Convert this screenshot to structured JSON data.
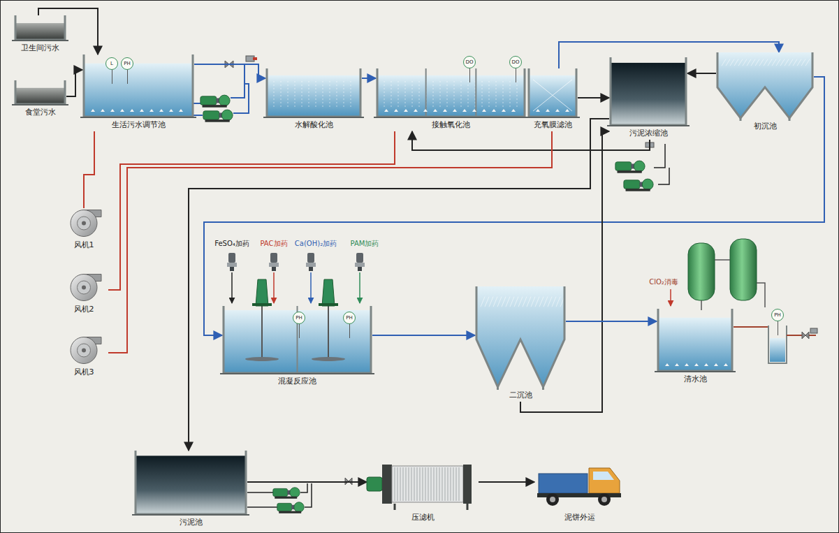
{
  "diagram": {
    "nodes": [
      {
        "text": [
          "卫生间污水"
        ]
      },
      {
        "text": [
          "食堂污水"
        ]
      },
      {
        "text": [
          "生活污水调节池"
        ]
      },
      {
        "text": [
          "水解酸化池"
        ]
      },
      {
        "text": [
          "接触氧化池"
        ]
      },
      {
        "text": [
          "充氧膜滤池"
        ]
      },
      {
        "text": [
          "污泥浓缩池"
        ]
      },
      {
        "text": [
          "初沉池"
        ]
      },
      {
        "text": [
          "风机1"
        ]
      },
      {
        "text": [
          "风机2"
        ]
      },
      {
        "text": [
          "风机3"
        ]
      },
      {
        "text": [
          "混凝反应池"
        ]
      },
      {
        "text": [
          "二沉池"
        ]
      },
      {
        "text": [
          "清水池"
        ]
      },
      {
        "text": [
          "污泥池"
        ]
      },
      {
        "text": [
          "压滤机"
        ]
      },
      {
        "text": [
          "泥饼外运"
        ]
      }
    ],
    "edges": [
      {
        "from": 0,
        "to": 2,
        "arrow": "to"
      },
      {
        "from": 1,
        "to": 2,
        "arrow": "to"
      },
      {
        "from": 2,
        "to": 3,
        "arrow": "to"
      },
      {
        "from": 3,
        "to": 4,
        "arrow": "to"
      },
      {
        "from": 5,
        "to": 7,
        "arrow": "to"
      },
      {
        "from": 5,
        "to": 6,
        "arrow": "to"
      },
      {
        "from": 7,
        "to": 6,
        "arrow": "to"
      },
      {
        "from": 7,
        "to": 11,
        "arrow": "to"
      },
      {
        "from": 6,
        "to": 4,
        "arrow": "to"
      },
      {
        "from": 6,
        "to": 14,
        "arrow": "to"
      },
      {
        "from": 11,
        "to": 12,
        "arrow": "to"
      },
      {
        "from": 12,
        "to": 6,
        "arrow": "to"
      },
      {
        "from": 12,
        "to": 13,
        "arrow": "to"
      },
      {
        "from": 14,
        "to": 15,
        "arrow": "to"
      },
      {
        "from": 15,
        "to": 16,
        "arrow": "to"
      },
      {
        "from": 8,
        "to": 2,
        "arrow": "none"
      },
      {
        "from": 9,
        "to": 4,
        "arrow": "none"
      },
      {
        "from": 10,
        "to": 5,
        "arrow": "none"
      }
    ],
    "labels": [
      "L",
      "PH",
      "DO",
      "DO",
      "FeSO₄加药",
      "PAC加药",
      "Ca(OH)₂加药",
      "PAM加药",
      "PH",
      "PH",
      "ClO₂消毒",
      "PH"
    ]
  }
}
